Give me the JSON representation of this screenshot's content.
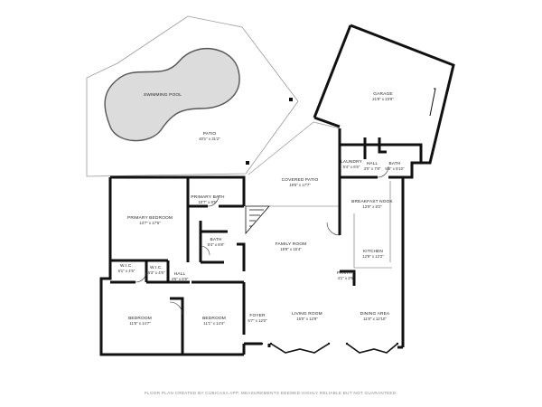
{
  "rooms": {
    "swimming_pool": {
      "name": "SWIMMING POOL",
      "dims": ""
    },
    "patio": {
      "name": "PATIO",
      "dims": "40'1\" x 31'2\""
    },
    "garage": {
      "name": "GARAGE",
      "dims": "21'9\" x 23'9\""
    },
    "laundry": {
      "name": "LAUNDRY",
      "dims": "5'4\" x 6'6\""
    },
    "hall_garage": {
      "name": "HALL",
      "dims": "3'0\" x 7'8\""
    },
    "bath_garage": {
      "name": "BATH",
      "dims": "5'8\" x 5'10\""
    },
    "covered_patio": {
      "name": "COVERED PATIO",
      "dims": "19'5\" x 17'7\""
    },
    "primary_bath": {
      "name": "PRIMARY BATH",
      "dims": "10'7\" x 8'5\""
    },
    "primary_bedroom": {
      "name": "PRIMARY BEDROOM",
      "dims": "13'7\" x 17'5\""
    },
    "breakfast_nook": {
      "name": "BREAKFAST NOOK",
      "dims": "12'9\" x 8'2\""
    },
    "bath_hall": {
      "name": "BATH",
      "dims": "8'4\" x 8'8\""
    },
    "family_room": {
      "name": "FAMILY ROOM",
      "dims": "19'9\" x 15'4\""
    },
    "kitchen": {
      "name": "KITCHEN",
      "dims": "12'9\" x 12'2\""
    },
    "wic_1": {
      "name": "W.I.C.",
      "dims": "6'1\" x 4'5\""
    },
    "wic_2": {
      "name": "W.I.C.",
      "dims": "5'3\" x 4'5\""
    },
    "hall_bed": {
      "name": "HALL",
      "dims": "4'6\" x 6'9\""
    },
    "pantry": {
      "name": "PANTRY",
      "dims": "4'1\" x 2'6\""
    },
    "bedroom_1": {
      "name": "BEDROOM",
      "dims": "11'8\" x 14'7\""
    },
    "bedroom_2": {
      "name": "BEDROOM",
      "dims": "11'1\" x 14'4\""
    },
    "foyer": {
      "name": "FOYER",
      "dims": "5'7\" x 12'0\""
    },
    "living_room": {
      "name": "LIVING ROOM",
      "dims": "15'0\" x 12'9\""
    },
    "dining_area": {
      "name": "DINING AREA",
      "dims": "11'8\" x 12'10\""
    }
  },
  "footer": "FLOOR PLAN CREATED BY CUBICASA APP. MEASUREMENTS DEEMED HIGHLY RELIABLE BUT NOT GUARANTEED."
}
